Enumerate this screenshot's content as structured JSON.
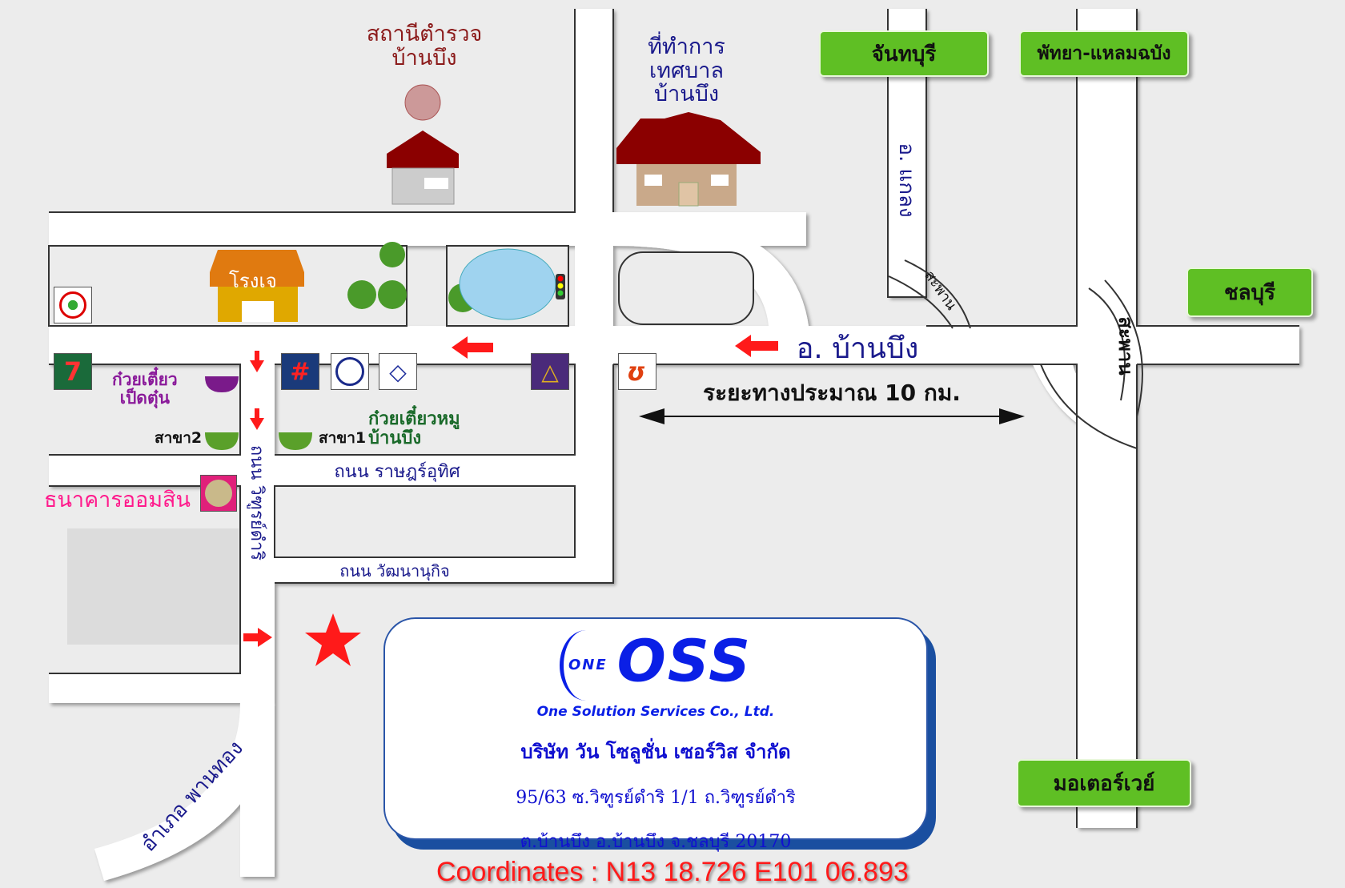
{
  "places": {
    "police_station": [
      "สถานีตำรวจ",
      "บ้านบึง"
    ],
    "municipal_office": [
      "ที่ทำการ",
      "เทศบาล",
      "บ้านบึง"
    ],
    "shrine": "โรงเจ",
    "duck_noodle": [
      "ก๋วยเตี๋ยว",
      "เป็ดตุ๋น"
    ],
    "branch2": "สาขา2",
    "branch1": "สาขา1",
    "pork_noodle": [
      "ก๋วยเตี๋ยวหมู",
      "บ้านบึง"
    ],
    "gsb_bank": "ธนาคารออมสิน"
  },
  "roads": {
    "ratsadon_uthit": "ถนน ราษฎร์อุทิศ",
    "wattananukit": "ถนน วัฒนานุกิจ",
    "witoon_damri": "ถนน วิฑูรย์ดำริ",
    "ban_bueng": "อ. บ้านบึง",
    "klaeng": "อ. แกลง",
    "bridge1": "สะพาน",
    "bridge2": "สะพาน",
    "phan_thong": "อำเภอ พานทอง",
    "distance": "ระยะทางประมาณ 10 กม."
  },
  "signs": {
    "chanthaburi": "จันทบุรี",
    "pattaya": "พัทยา-แหลมฉบัง",
    "chonburi": "ชลบุรี",
    "motorway": "มอเตอร์เวย์"
  },
  "company": {
    "logo_one": "ONE",
    "logo_oss": "OSS",
    "tagline": "One Solution Services Co., Ltd.",
    "name_th": "บริษัท วัน โซลูชั่น เซอร์วิส จำกัด",
    "address1": "95/63 ซ.วิฑูรย์ดำริ 1/1 ถ.วิฑูรย์ดำริ",
    "address2": "ต.บ้านบึง อ.บ้านบึง จ.ชลบุรี 20170"
  },
  "coordinates": "Coordinates : N13 18.726  E101 06.893",
  "colors": {
    "road": "#ffffff",
    "background": "#ececec",
    "sign_green": "#5fbf24",
    "arrow_red": "#ff1a1a",
    "road_label": "#1a1a8c",
    "brand_blue": "#0a1fe6"
  }
}
